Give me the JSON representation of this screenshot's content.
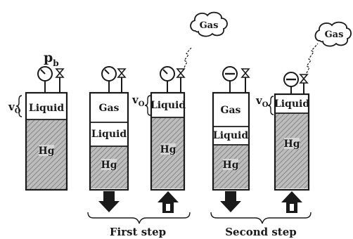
{
  "symbols": {
    "pb_main": "p",
    "pb_sub": "b",
    "v_main": "v",
    "v_sub": "O"
  },
  "labels": {
    "liquid": "Liquid",
    "gas": "Gas",
    "hg": "Hg"
  },
  "steps": {
    "first": "First step",
    "second": "Second step"
  },
  "colors": {
    "ink": "#1a1a1a",
    "hg_fill": "#b5b5b5",
    "white": "#ffffff"
  }
}
